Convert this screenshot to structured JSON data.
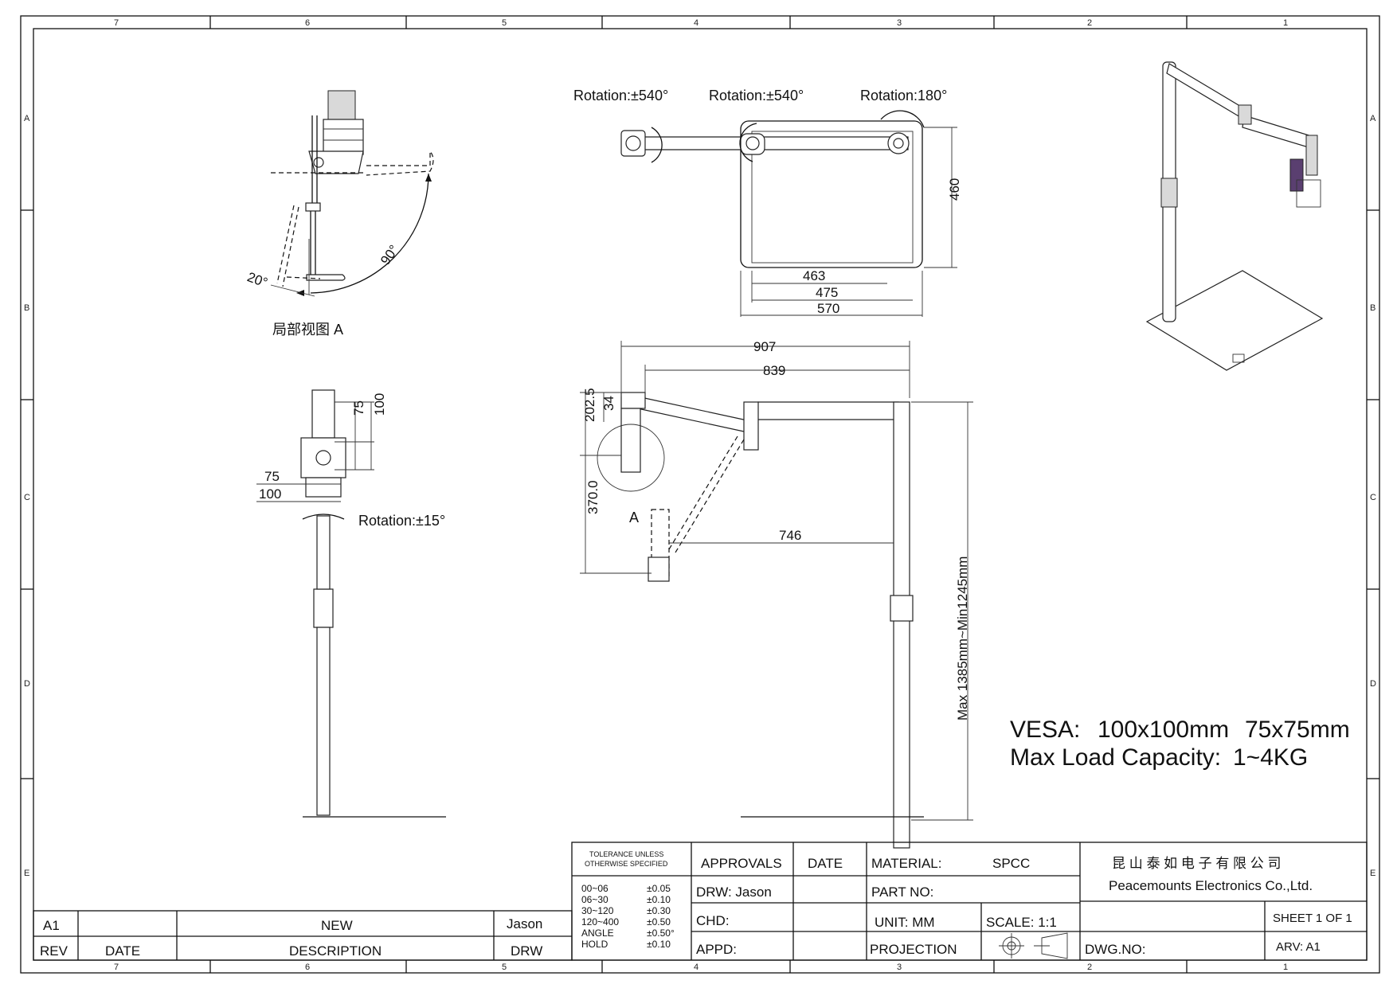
{
  "zones": {
    "columns_top": [
      "7",
      "6",
      "5",
      "4",
      "3",
      "2",
      "1"
    ],
    "rows_side": [
      "A",
      "B",
      "C",
      "D",
      "E"
    ]
  },
  "views": {
    "detail_title": "局部视图 A",
    "detail_angle_20": "20°",
    "detail_angle_90": "90°",
    "top": {
      "rotation_1": "Rotation:±540°",
      "rotation_2": "Rotation:±540°",
      "rotation_3": "Rotation:180°",
      "dim_460": "460",
      "dim_463": "463",
      "dim_475": "475",
      "dim_570": "570"
    },
    "front": {
      "dim_75_v": "75",
      "dim_100_v": "100",
      "dim_75_h": "75",
      "dim_100_h": "100",
      "rotation": "Rotation:±15°"
    },
    "side": {
      "dim_907": "907",
      "dim_839": "839",
      "dim_202_5": "202.5",
      "dim_34": "34",
      "dim_370": "370.0",
      "dim_746": "746",
      "detail_marker": "A",
      "height_range": "Max 1385mm~Min1245mm"
    }
  },
  "specs": {
    "vesa_label": "VESA:",
    "vesa_1": "100x100mm",
    "vesa_2": "75x75mm",
    "load_label": "Max Load Capacity:",
    "load_value": "1~4KG"
  },
  "title_block": {
    "tolerance_title_1": "TOLERANCE UNLESS",
    "tolerance_title_2": "OTHERWISE SPECIFIED",
    "tolerances": [
      {
        "range": "00~06",
        "value": "±0.05"
      },
      {
        "range": "06~30",
        "value": "±0.10"
      },
      {
        "range": "30~120",
        "value": "±0.30"
      },
      {
        "range": "120~400",
        "value": "±0.50"
      },
      {
        "range": "ANGLE",
        "value": "±0.50°"
      },
      {
        "range": "HOLD",
        "value": "±0.10"
      }
    ],
    "approvals": "APPROVALS",
    "date": "DATE",
    "drw": "DRW: Jason",
    "chd": "CHD:",
    "appd": "APPD:",
    "material_label": "MATERIAL:",
    "material_value": "SPCC",
    "part_no": "PART NO:",
    "unit": "UNIT:  MM",
    "scale": "SCALE:  1:1",
    "projection": "PROJECTION",
    "company_cn": "昆 山 泰 如 电 子 有 限 公 司",
    "company_en": "Peacemounts Electronics Co.,Ltd.",
    "sheet": "SHEET 1 OF 1",
    "dwg_no": "DWG.NO:",
    "arv": "ARV:  A1"
  },
  "revision_block": {
    "rev_value": "A1",
    "desc_value": "NEW",
    "drw_value": "Jason",
    "rev_header": "REV",
    "date_header": "DATE",
    "desc_header": "DESCRIPTION",
    "drw_header": "DRW"
  }
}
